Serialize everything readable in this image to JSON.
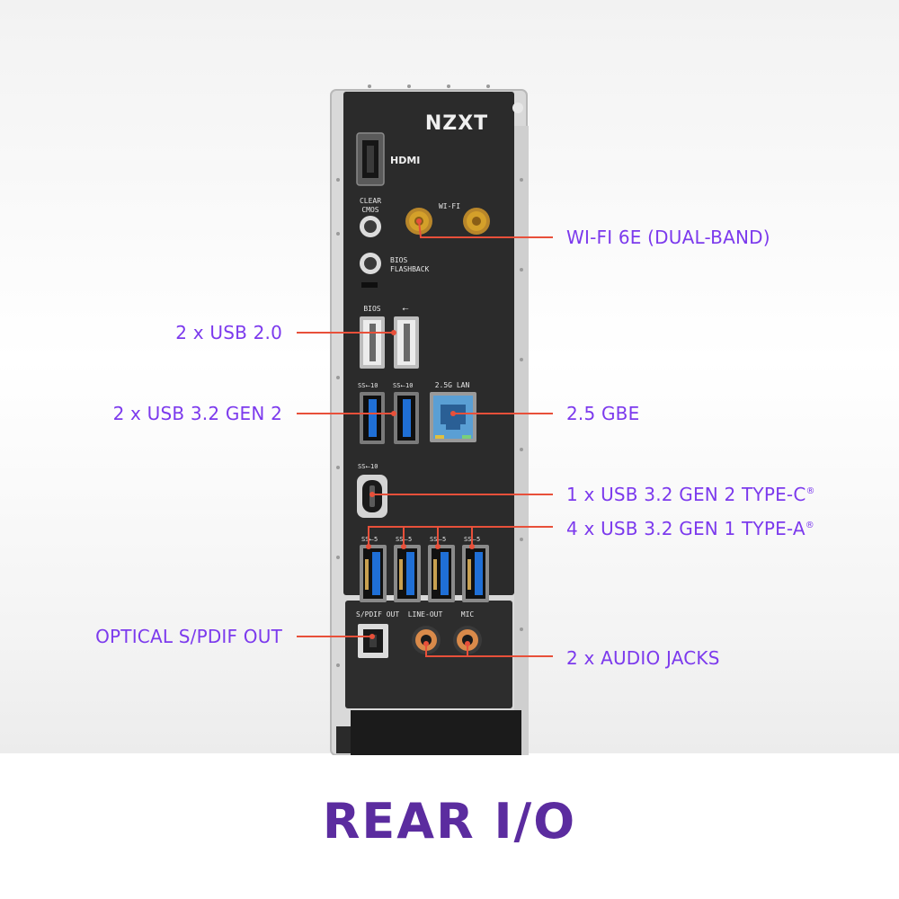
{
  "brand": {
    "logo_text": "NZXT",
    "hdmi_text": "HDMI"
  },
  "panel_labels": {
    "clear_cmos": [
      "CLEAR",
      "CMOS"
    ],
    "wifi": "WI-FI",
    "bios_flashback": [
      "BIOS",
      "FLASHBACK"
    ],
    "bios": "BIOS",
    "lan": "2.5G LAN",
    "usb_speed_10": "10",
    "usb_speed_5": "5",
    "spdif": "S/PDIF OUT",
    "line_out": "LINE-OUT",
    "mic": "MIC"
  },
  "callouts": {
    "wifi": "WI-FI 6E (DUAL-BAND)",
    "usb20": "2 x USB 2.0",
    "usb32g2": "2 x USB 3.2 GEN 2",
    "gbe": "2.5 GBE",
    "typec": "1 x USB 3.2 GEN 2 TYPE-C",
    "typec_mark": "®",
    "typea": "4 x USB 3.2 GEN 1 TYPE-A",
    "typea_mark": "®",
    "optical": "OPTICAL S/PDIF OUT",
    "audio": "2 x AUDIO JACKS"
  },
  "footer": {
    "title": "REAR I/O"
  },
  "colors": {
    "callout_text": "#7c3aed",
    "leader_line": "#e8503a",
    "title": "#5b2c9f",
    "panel": "#2b2b2b",
    "usb3_blue": "#1f6fd6",
    "antenna_gold": "#d4a02a"
  }
}
